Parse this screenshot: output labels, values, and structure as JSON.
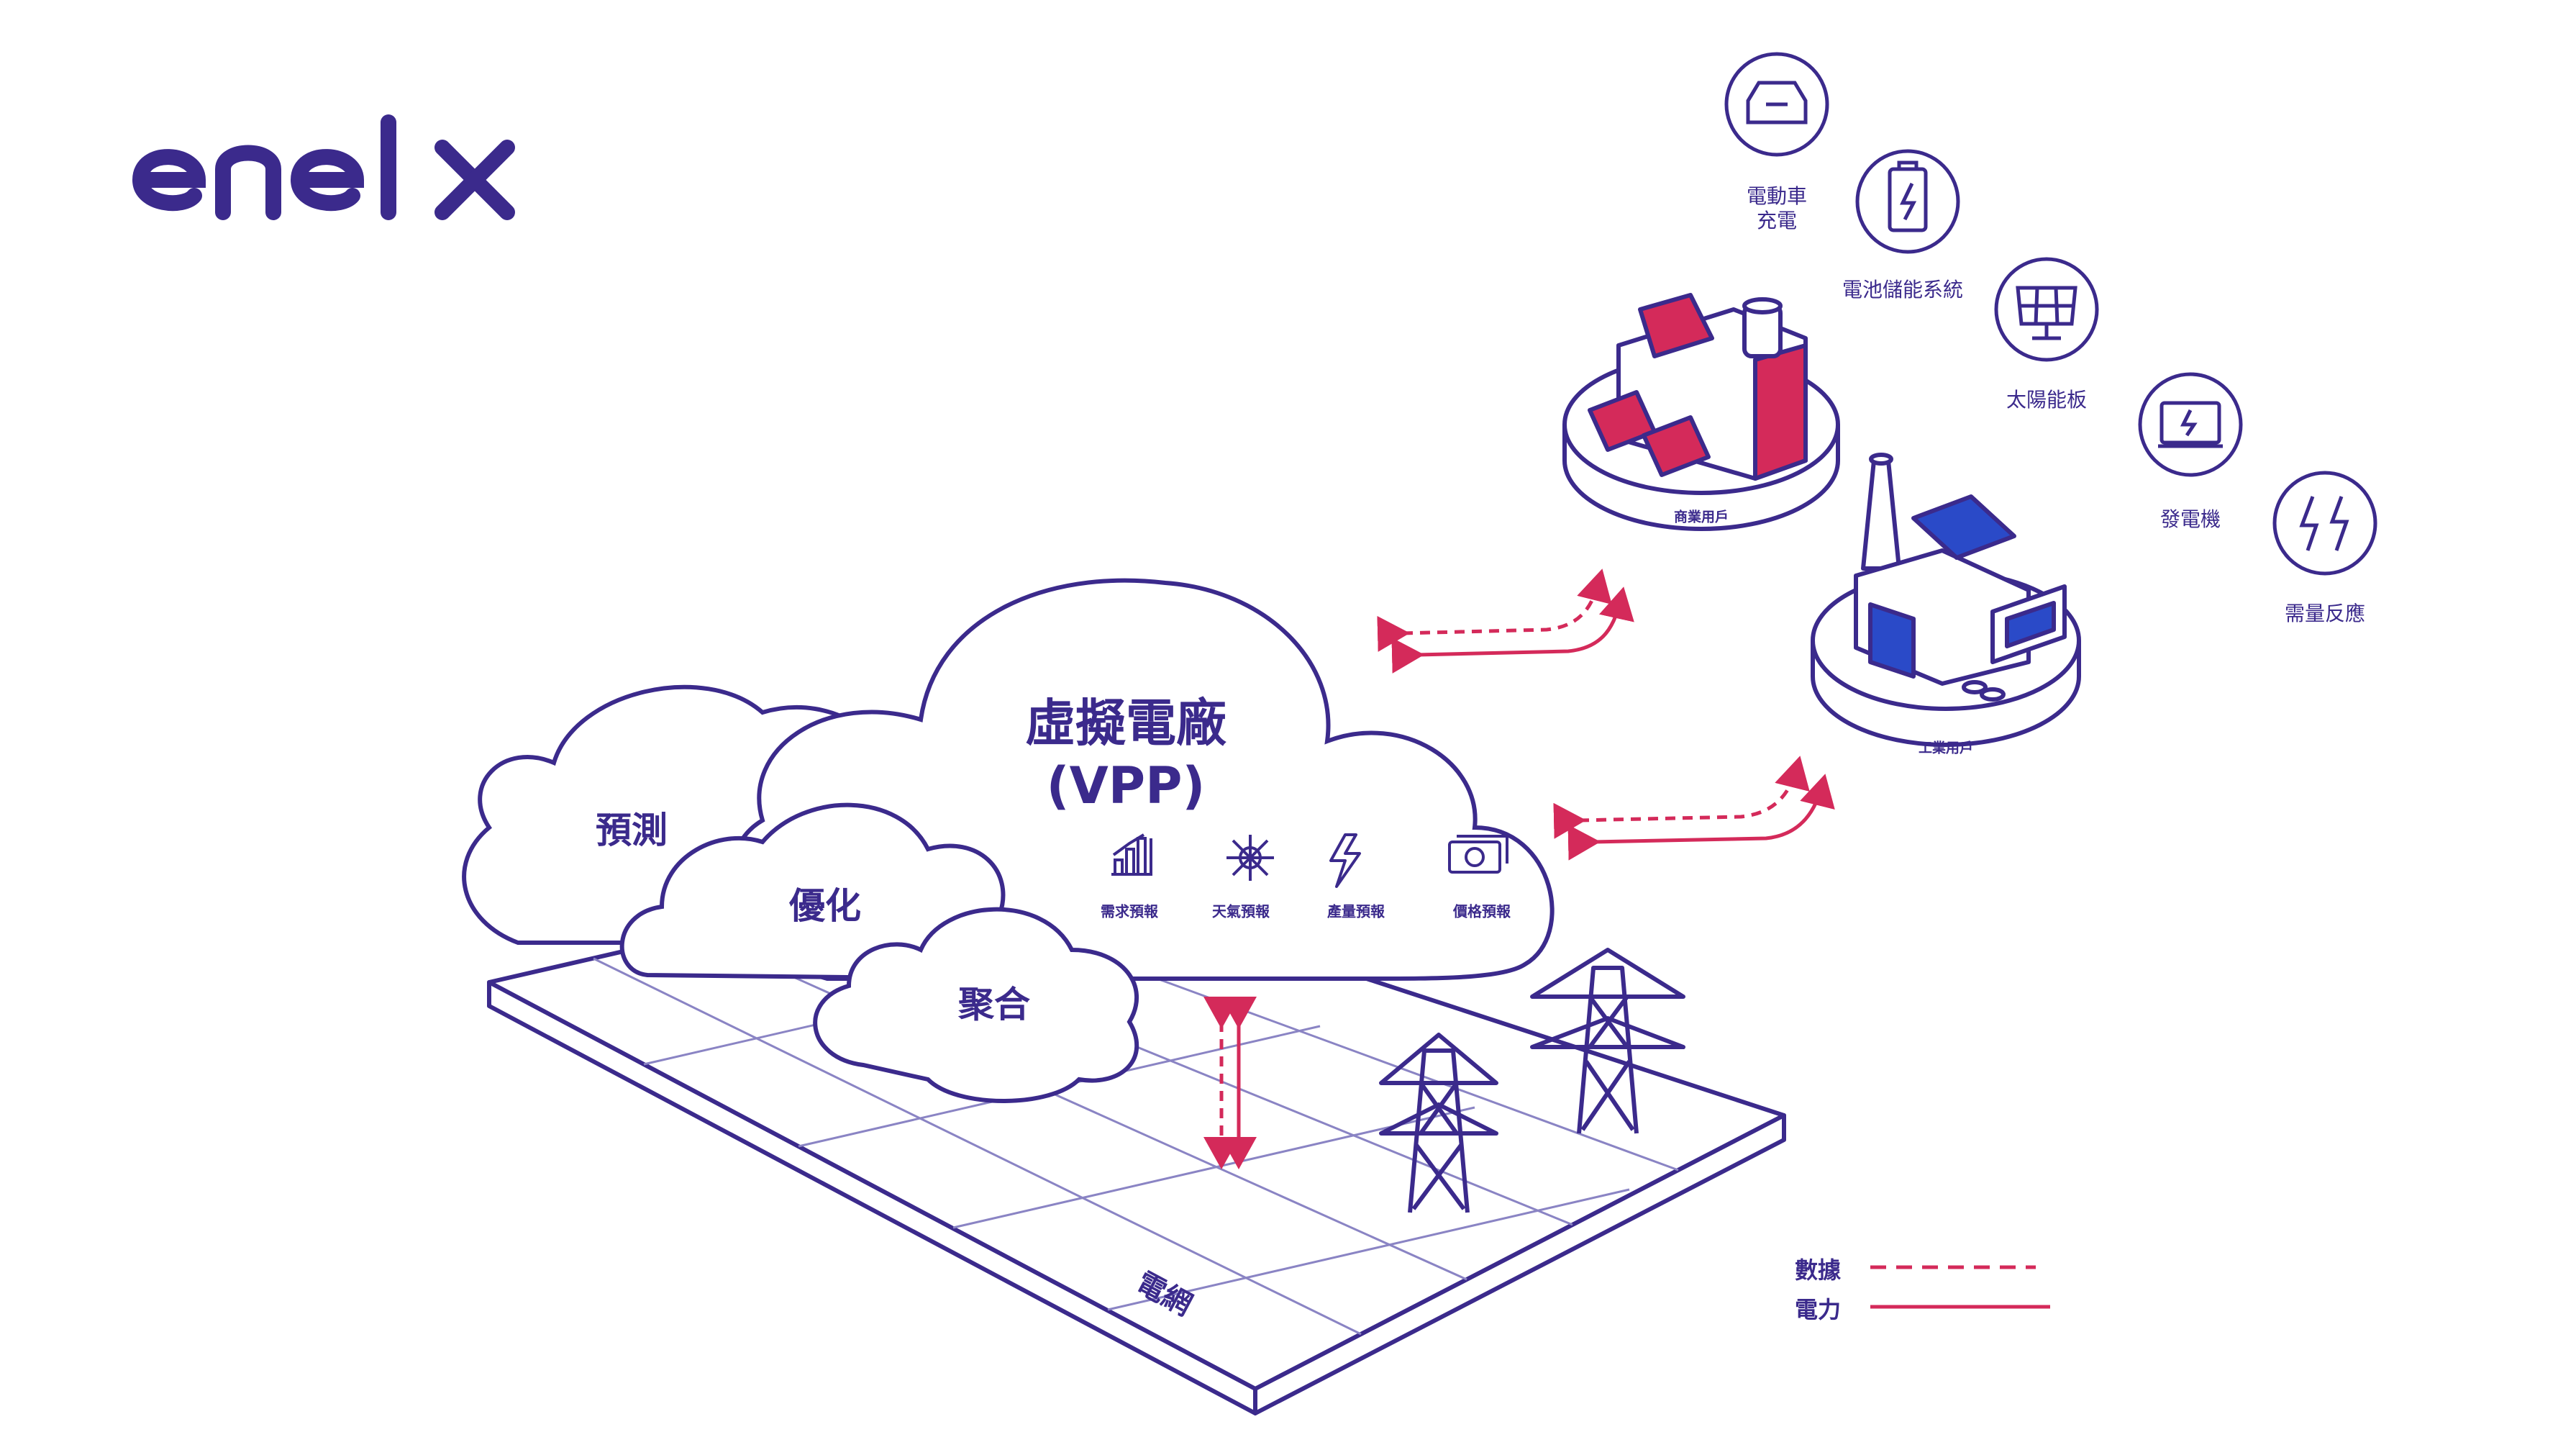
{
  "brand": {
    "logo_text": "enel x",
    "color": "#3b2a8c"
  },
  "colors": {
    "outline": "#3b2a8c",
    "accent": "#d42a5a",
    "blue": "#2a4ac8",
    "grid": "#8a84c4"
  },
  "cloud": {
    "title": "虛擬電廠",
    "subtitle": "(VPP)",
    "sub_clouds": [
      "預測",
      "優化",
      "聚合"
    ],
    "forecasts": [
      {
        "label": "需求預報",
        "icon": "bar-chart-icon"
      },
      {
        "label": "天氣預報",
        "icon": "sun-snow-icon"
      },
      {
        "label": "產量預報",
        "icon": "lightning-icon"
      },
      {
        "label": "價格預報",
        "icon": "money-icon"
      }
    ]
  },
  "grid_label": "電網",
  "sites": {
    "commercial": "商業用戶",
    "industrial": "工業用戶"
  },
  "services": [
    {
      "label": "電動車\n充電",
      "icon": "electric-car-icon"
    },
    {
      "label": "電池儲能系統",
      "icon": "battery-icon"
    },
    {
      "label": "太陽能板",
      "icon": "solar-panel-icon"
    },
    {
      "label": "發電機",
      "icon": "generator-icon"
    },
    {
      "label": "需量反應",
      "icon": "demand-response-icon"
    }
  ],
  "legend": {
    "data": "數據",
    "power": "電力"
  }
}
